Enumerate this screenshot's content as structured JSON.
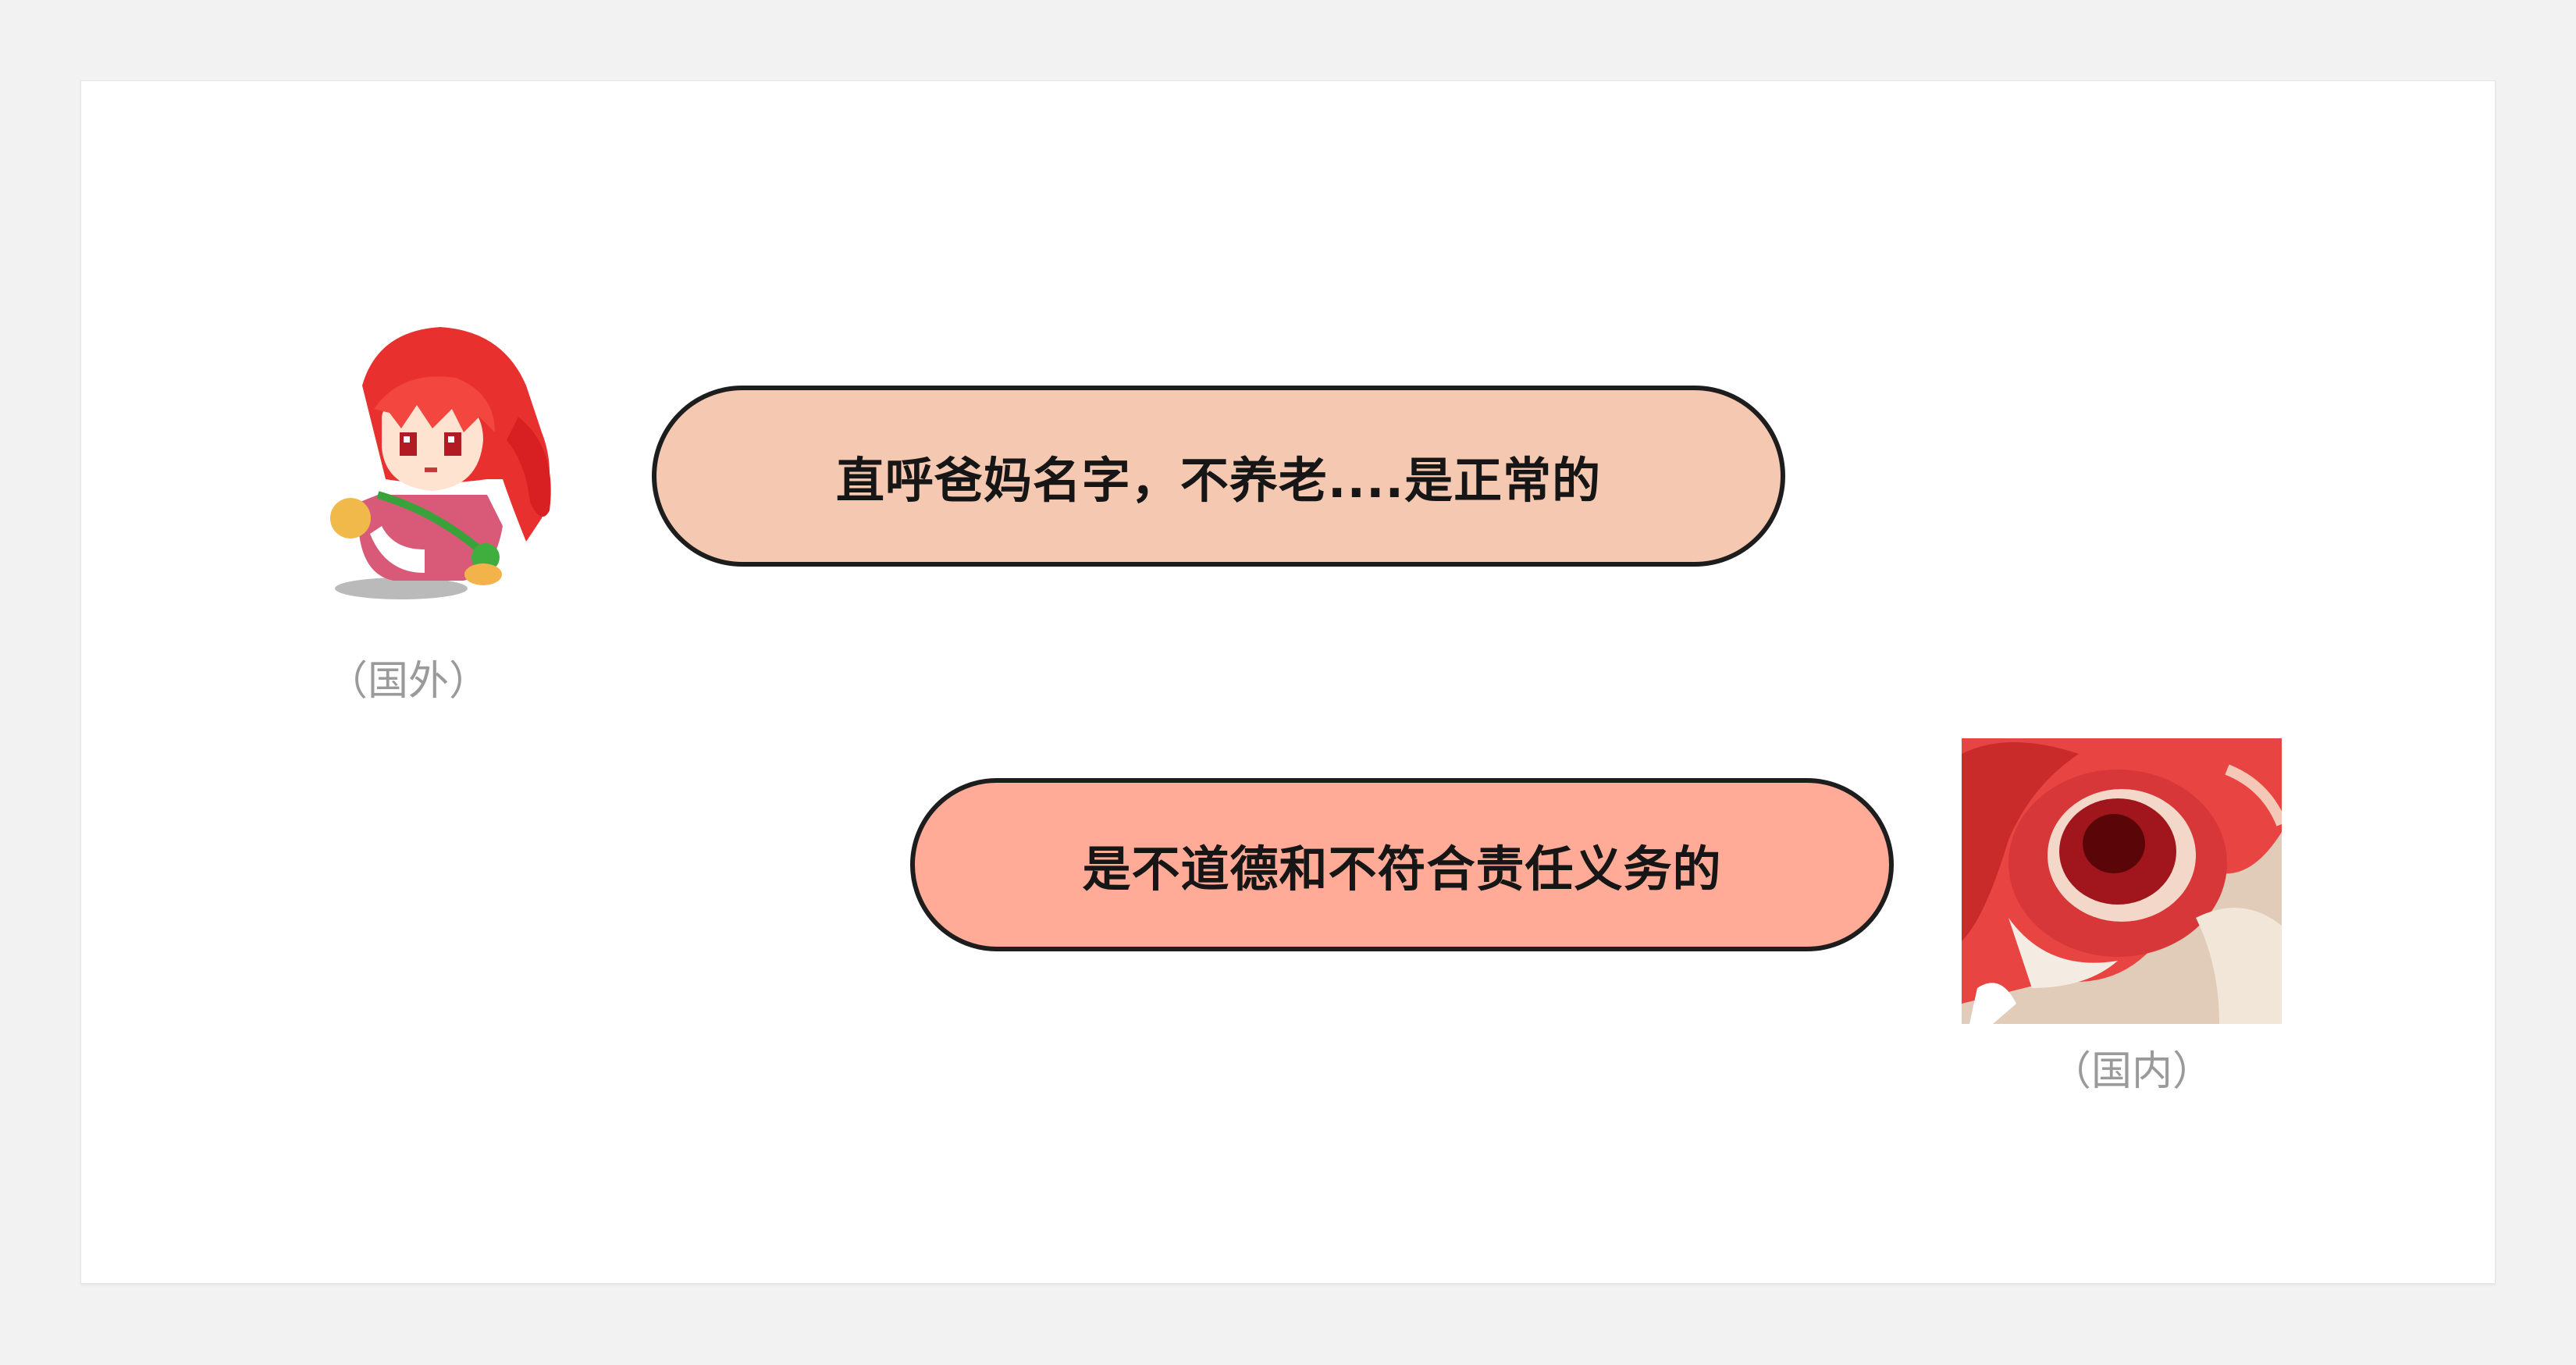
{
  "messages": [
    {
      "side": "left",
      "text": "直呼爸妈名字，不养老....是正常的",
      "caption": "（国外）",
      "bubble_color": "#f5c8b2",
      "avatar": "pixel-chibi-red-hair-girl-icon"
    },
    {
      "side": "right",
      "text": "是不道德和不符合责任义务的",
      "caption": "（国内）",
      "bubble_color": "#ffab97",
      "avatar": "zoomed-red-hair-face-icon"
    }
  ],
  "colors": {
    "background": "#f2f2f2",
    "card": "#ffffff",
    "outline": "#1d1d1d",
    "caption": "#9a9a9a"
  }
}
